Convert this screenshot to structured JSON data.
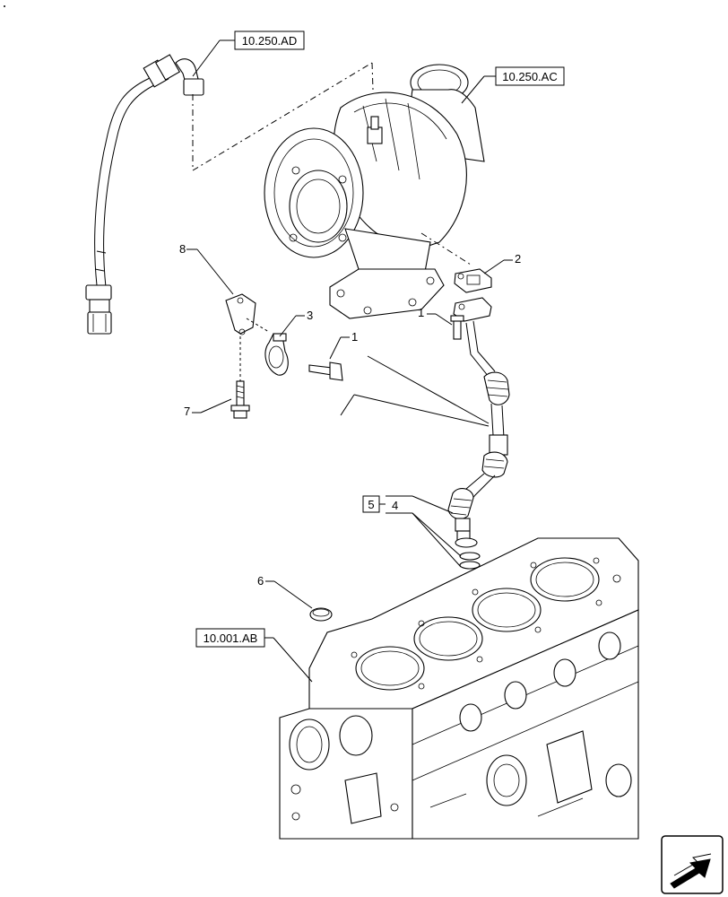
{
  "references": {
    "turbo_oil_supply": "10.250.AD",
    "turbocharger": "10.250.AC",
    "engine_block": "10.001.AB"
  },
  "callouts": {
    "c1a": "1",
    "c1b": "1",
    "c2": "2",
    "c3": "3",
    "c4": "4",
    "c5": "5",
    "c6": "6",
    "c7": "7",
    "c8": "8"
  },
  "icons": {
    "nav": "next-page-arrow-icon"
  }
}
